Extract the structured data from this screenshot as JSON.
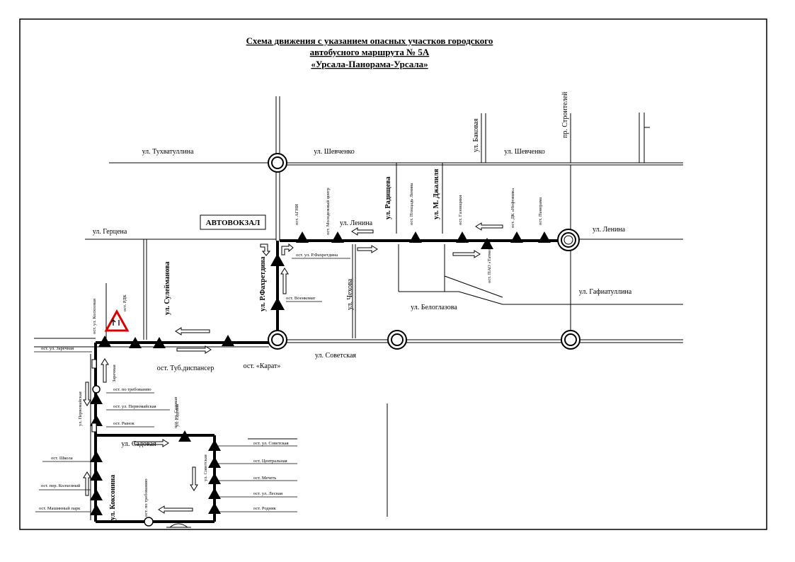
{
  "title": {
    "line1": "Схема движения с указанием опасных участков городского",
    "line2": "автобусного маршрута № 5А",
    "line3": "«Урсала-Панорама-Урсала»"
  },
  "streets": {
    "tukhvatullina": "ул. Тухватуллина",
    "shevchenko1": "ул. Шевченко",
    "shevchenko2": "ул. Шевченко",
    "kabovaya": "ул. Баковая",
    "stroiteley": "пр. Строителей",
    "gertsena": "ул. Герцена",
    "lenina1": "ул. Ленина",
    "lenina2": "ул. Ленина",
    "radishcheva": "ул. Радищева",
    "m_dzhalilya": "ул. М. Джалиля",
    "sulejmanovoj": "ул. Сулейманова",
    "r_fakhretdina": "ул. Р.Фахретдина",
    "chekhova": "ул. Чехова",
    "beloglazova": "ул. Белоглазова",
    "gafiatullina": "ул. Гафиатуллина",
    "sovetskaya": "ул. Советская",
    "zarechnaya": "Заречная",
    "pervomaiskaya": "ул. Первомайская",
    "sadovaya_v": "ул. Садовая",
    "sadovaya_h": "ул. Садовая",
    "kosonina": "ул. Коксонина",
    "sovetskaya_v": "ул. Советская"
  },
  "labels": {
    "avtovokzal": "АВТОВОКЗАЛ"
  },
  "stops": {
    "agni": "ост. АГНИ",
    "molod_center": "ост. Молодежный центр",
    "r_fakhretdina": "ост. ул. Р.Фахретдина",
    "ploshchad_lenina": "ост. Площадь Ленина",
    "gazovik": "ост. Газовщики",
    "dk_neftyanik": "ост. ДК «Нефтяник»",
    "panorama": "ост. Панорама",
    "pao_tatneft": "ост. ПАО «Татнефть»",
    "voenkomat": "ост. Военкомат",
    "karat": "ост. «Карат»",
    "tub_dispanser": "ост. Туб.диспансер",
    "zarechnaya": "ост. ул. Заречная",
    "kolkhoznaya": "ост. ул. Колхозная",
    "rdk": "ост. РДК",
    "po_trebovaniyu": "ост. по требованию",
    "pervomaiskaya": "ост. ул. Первомайская",
    "rynok": "ост. Рынок",
    "sadovaya": "ост. ул. Садовая",
    "shkola": "ост. Школа",
    "per_kolkhozny": "ост. пер. Колхозный",
    "mashinny_park": "ост. Машинный парк",
    "po_trebovaniyu2": "ост. по требованию",
    "sovetskaya": "ост. ул. Советская",
    "tsentralnaya": "ост. Центральная",
    "mechet": "ост. Мечеть",
    "lesnaya": "ост. ул. Лесная",
    "rodnik": "ост. Родник"
  }
}
